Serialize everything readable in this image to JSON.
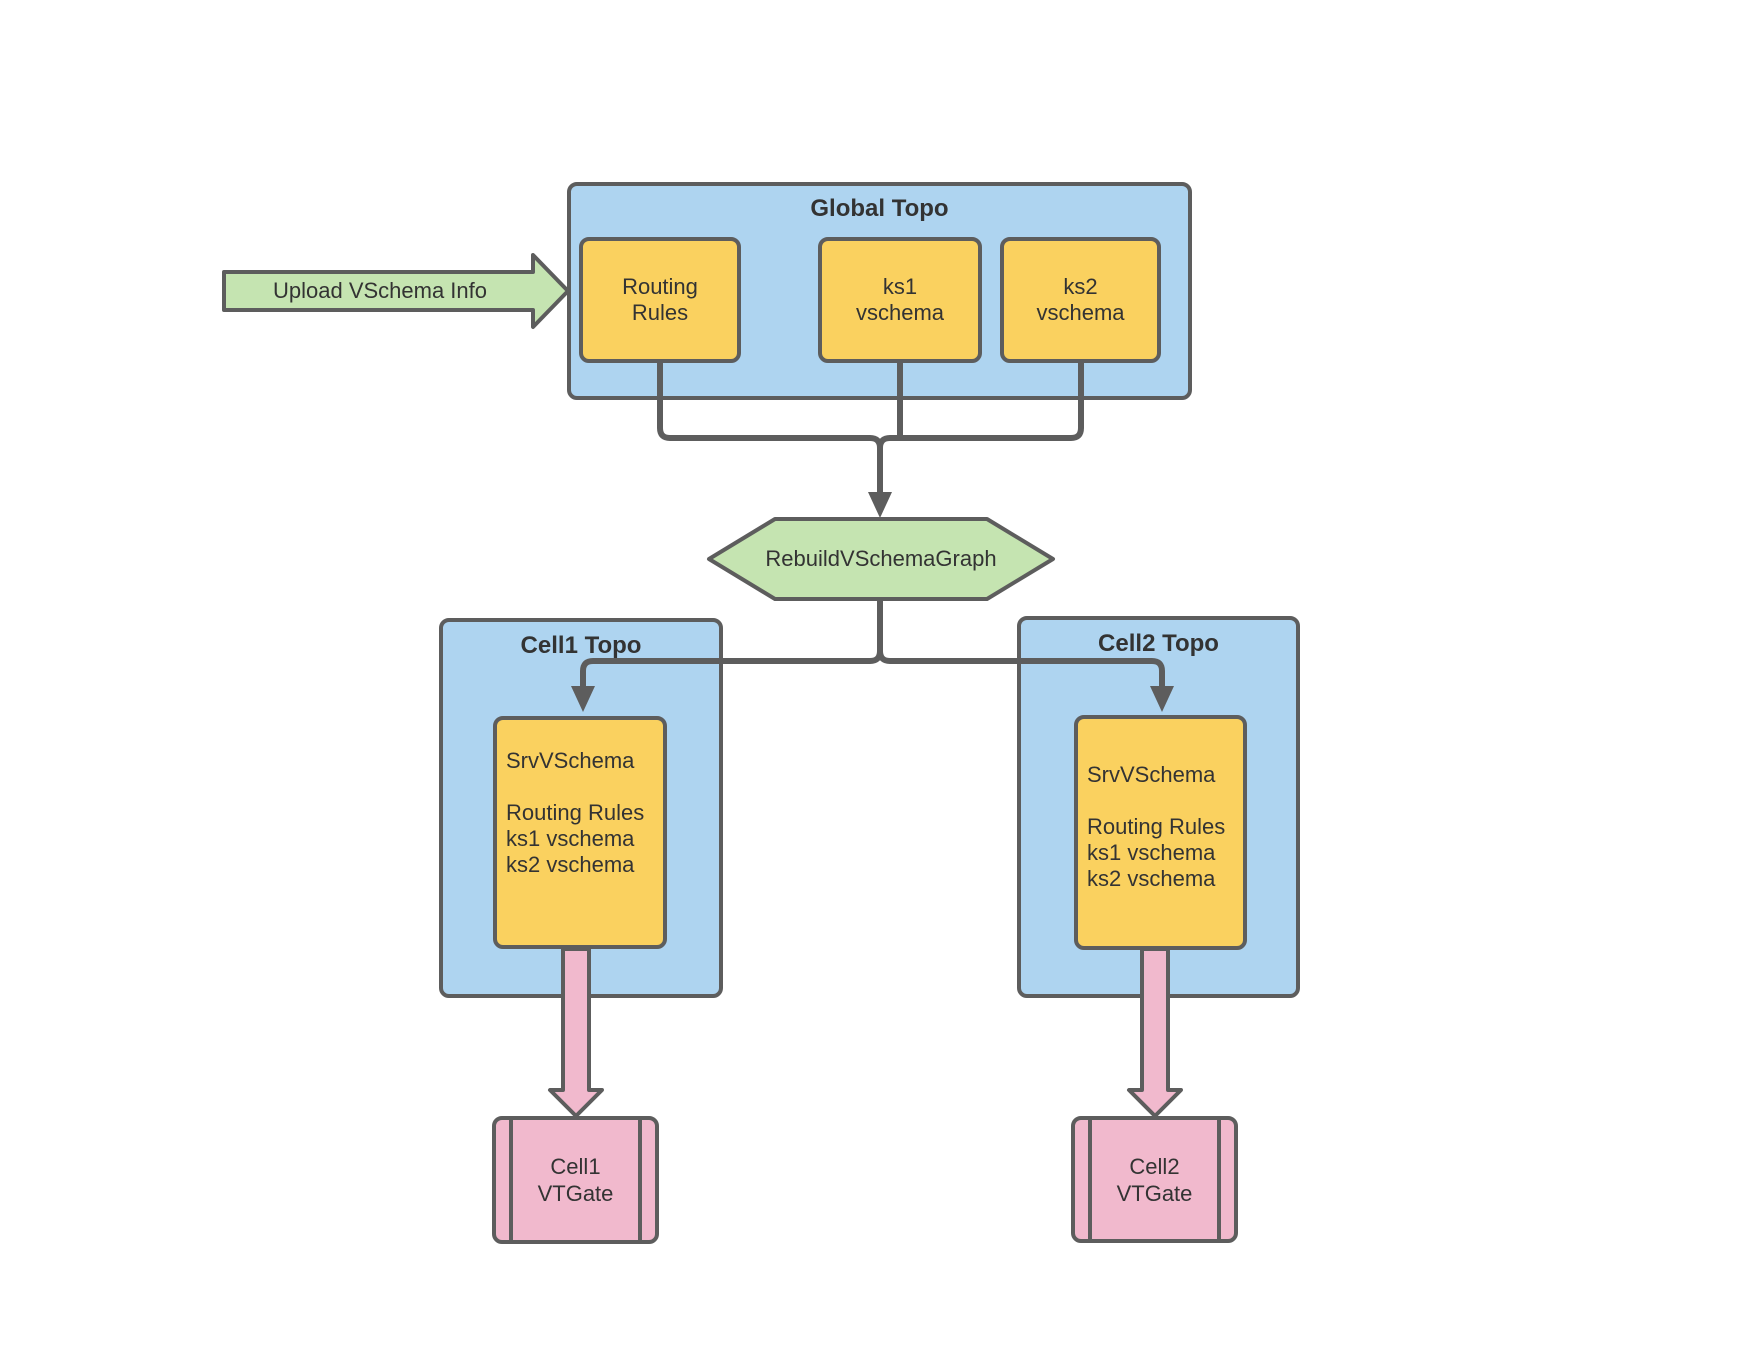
{
  "colors": {
    "container-blue": "#AED4F0",
    "box-yellow": "#FAD15F",
    "shape-green": "#C5E4B1",
    "shape-pink": "#F1B9CD",
    "line-gray": "#5D5D5D",
    "text-dark": "#333333"
  },
  "upload_arrow": {
    "label": "Upload VSchema Info"
  },
  "global_topo": {
    "title": "Global Topo",
    "routing_rules": "Routing\nRules",
    "ks1": "ks1\nvschema",
    "ks2": "ks2\nvschema"
  },
  "rebuild": {
    "label": "RebuildVSchemaGraph"
  },
  "cell1": {
    "title": "Cell1 Topo",
    "srvvschema": "SrvVSchema\n\nRouting Rules\nks1 vschema\nks2 vschema",
    "vtgate": "Cell1\nVTGate"
  },
  "cell2": {
    "title": "Cell2 Topo",
    "srvvschema": "SrvVSchema\n\nRouting Rules\nks1 vschema\nks2 vschema",
    "vtgate": "Cell2\nVTGate"
  }
}
